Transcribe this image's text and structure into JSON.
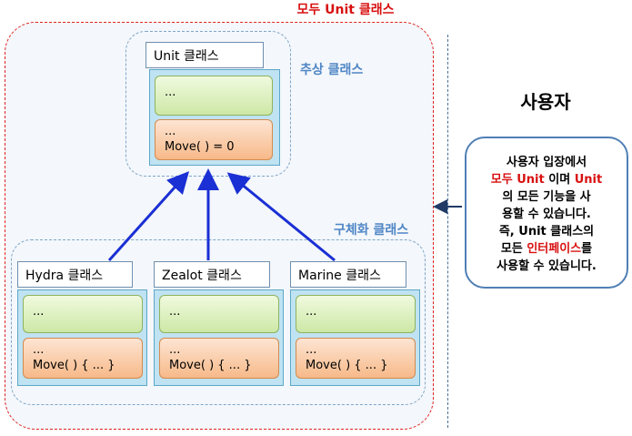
{
  "all_unit_label": "모두 Unit 클래스",
  "abstract_label": "추상 클래스",
  "concrete_label": "구체화 클래스",
  "base_class": {
    "title": "Unit 클래스",
    "field": "...",
    "method_dots": "...",
    "method": "Move( ) = 0"
  },
  "derived_classes": [
    {
      "title": "Hydra 클래스",
      "field": "...",
      "method_dots": "...",
      "method": "Move( ) { ... }"
    },
    {
      "title": "Zealot 클래스",
      "field": "...",
      "method_dots": "...",
      "method": "Move( ) { ... }"
    },
    {
      "title": "Marine 클래스",
      "field": "...",
      "method_dots": "...",
      "method": "Move( ) { ... }"
    }
  ],
  "user": {
    "heading": "사용자",
    "note": {
      "line1": "사용자 입장에서",
      "line2_red1": "모두 Unit",
      "line2_mid": " 이며 ",
      "line2_red2": "Unit",
      "line3": "의 모든 기능을 사",
      "line4": "용할 수 있습니다.",
      "line5_a": "즉, ",
      "line5_b": "Unit",
      "line5_c": " 클래스의",
      "line6_a": "모든 ",
      "line6_red": "인터페이스",
      "line6_b": "를",
      "line7": "사용할 수 있습니다."
    }
  },
  "colors": {
    "inheritance_arrow": "#1a2fd4",
    "usage_arrow": "#1f3b66",
    "all_unit_border": "#e02020",
    "region_label": "#4f86c6"
  }
}
